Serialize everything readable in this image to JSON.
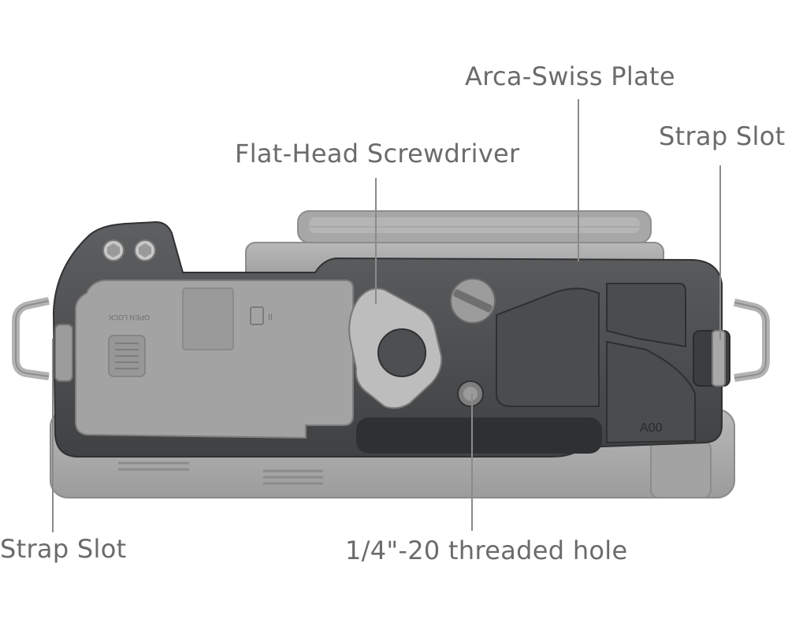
{
  "callouts": {
    "arca_swiss_plate": "Arca-Swiss Plate",
    "flat_head_screwdriver": "Flat-Head Screwdriver",
    "strap_slot_right": "Strap Slot",
    "strap_slot_left": "Strap Slot",
    "threaded_hole": "1/4\"-20 threaded hole"
  },
  "markings": {
    "plate_code": "A00",
    "battery_door": "OPEN LOCK"
  },
  "colors": {
    "label_text": "#6b6b6b",
    "leader_line": "#8a8a8a",
    "cage_dark": "#505254",
    "camera_grey": "#a9a9a9",
    "screwdriver_steel": "#bdbdbd"
  }
}
